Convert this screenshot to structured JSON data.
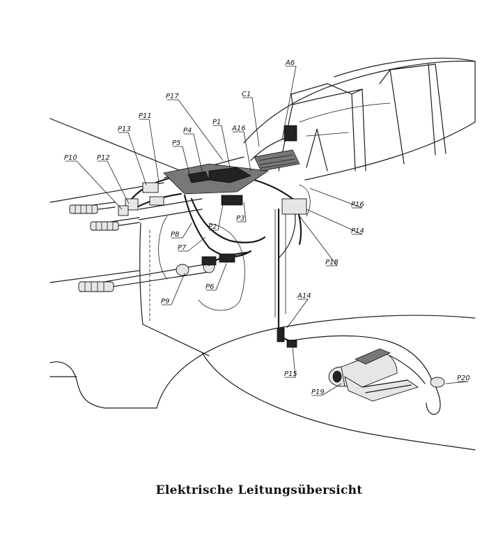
{
  "caption": "Elektrische Leitungsübersicht",
  "labels": {
    "A6": "A6",
    "C1": "C1",
    "P17": "P17",
    "P1": "P1",
    "A16": "A16",
    "P11": "P11",
    "P4": "P4",
    "P13": "P13",
    "P5": "P5",
    "P10": "P10",
    "P12": "P12",
    "P16": "P16",
    "P14": "P14",
    "P2": "P2",
    "P3": "P3",
    "P8": "P8",
    "P7": "P7",
    "P18": "P18",
    "P6": "P6",
    "P9": "P9",
    "A14": "A14",
    "P15": "P15",
    "P19": "P19",
    "P20": "P20"
  }
}
